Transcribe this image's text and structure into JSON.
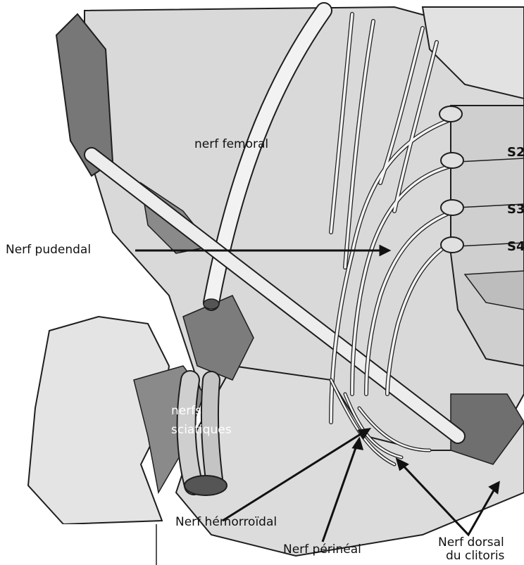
{
  "labels": {
    "nerf_femoral": "nerf femoral",
    "s2": "S2",
    "s3": "S3",
    "s4": "S4",
    "nerf_pudendal": "Nerf pudendal",
    "nerfs_sciatiques_line1": "nerfs",
    "nerfs_sciatiques_line2": "sciatiques",
    "nerf_hemorroidal": "Nerf hémorroïdal",
    "nerf_perineal": "Nerf périnéal",
    "nerf_dorsal_line1": "Nerf dorsal",
    "nerf_dorsal_line2": "du clitoris"
  },
  "colors": {
    "bone": "#d6d6d6",
    "bone_light": "#e6e6e6",
    "nerf": "#f0f0f0",
    "muscle": "#7a7a7a",
    "outline": "#1e1e1e",
    "background": "#ffffff"
  }
}
